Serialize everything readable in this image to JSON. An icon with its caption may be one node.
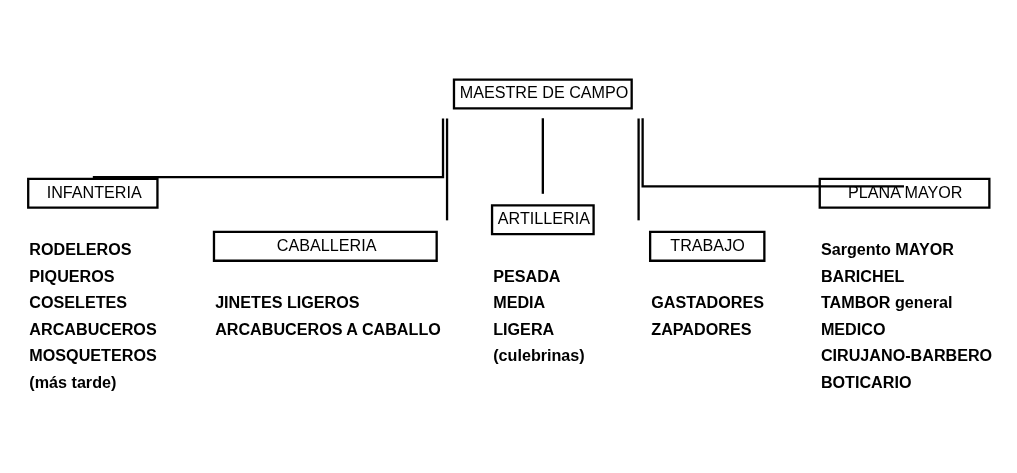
{
  "diagram": {
    "nodes": [
      {
        "text": [
          "MAESTRE DE CAMPO"
        ]
      },
      {
        "text": [
          "INFANTERIA"
        ],
        "beside": [
          "RODELEROS",
          "PIQUEROS",
          "COSELETES",
          "ARCABUCEROS",
          "MOSQUETEROS",
          "(más tarde)"
        ]
      },
      {
        "text": [
          "CABALLERIA"
        ],
        "beside": [
          "JINETES LIGEROS",
          "ARCABUCEROS A CABALLO"
        ]
      },
      {
        "text": [
          "ARTILLERIA"
        ],
        "beside": [
          "PESADA",
          "MEDIA",
          "LIGERA",
          "(culebrinas)"
        ]
      },
      {
        "text": [
          "TRABAJO"
        ],
        "beside": [
          "GASTADORES",
          "ZAPADORES"
        ]
      },
      {
        "text": [
          "PLANA MAYOR"
        ],
        "beside": [
          "Sargento MAYOR",
          "BARICHEL",
          "TAMBOR general",
          "MEDICO",
          "CIRUJANO-BARBERO",
          "BOTICARIO"
        ]
      }
    ],
    "edges": [
      {
        "from": 0,
        "to": 1,
        "arrow": "none"
      },
      {
        "from": 0,
        "to": 2,
        "arrow": "none"
      },
      {
        "from": 0,
        "to": 3,
        "arrow": "none"
      },
      {
        "from": 0,
        "to": 4,
        "arrow": "none"
      },
      {
        "from": 0,
        "to": 5,
        "arrow": "none"
      }
    ]
  }
}
